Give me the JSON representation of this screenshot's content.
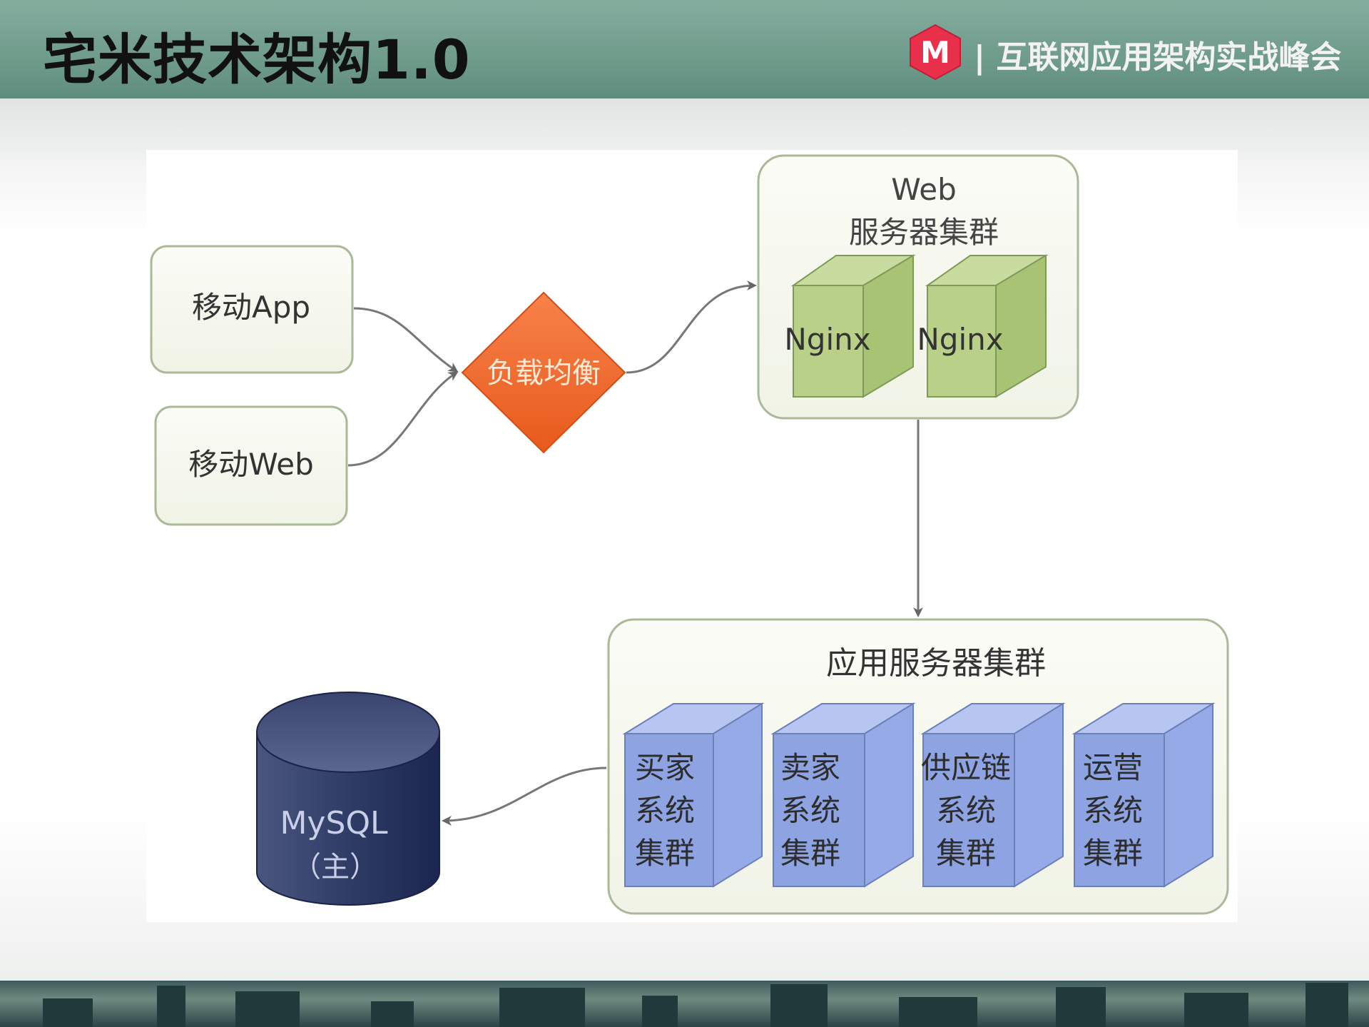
{
  "header": {
    "title": "宅米技术架构1.0",
    "conference": "| 互联网应用架构实战峰会",
    "logo_letter": "M"
  },
  "diagram": {
    "client_app": "移动App",
    "client_web": "移动Web",
    "load_balancer": "负载均衡",
    "web_cluster_title_1": "Web",
    "web_cluster_title_2": "服务器集群",
    "nginx_1": "Nginx",
    "nginx_2": "Nginx",
    "app_cluster_title": "应用服务器集群",
    "buyer": [
      "买家",
      "系统",
      "集群"
    ],
    "seller": [
      "卖家",
      "系统",
      "集群"
    ],
    "supply": [
      "供应链",
      "系统",
      "集群"
    ],
    "ops": [
      "运营",
      "系统",
      "集群"
    ],
    "db_line1": "MySQL",
    "db_line2": "（主）"
  },
  "colors": {
    "header_bg": "#6f9b8b",
    "logo_red": "#e8304a",
    "balancer_orange": "#f26a2a",
    "nginx_green": "#b7cf86",
    "system_blue": "#8aa4e4",
    "db_navy": "#2b3a62"
  }
}
